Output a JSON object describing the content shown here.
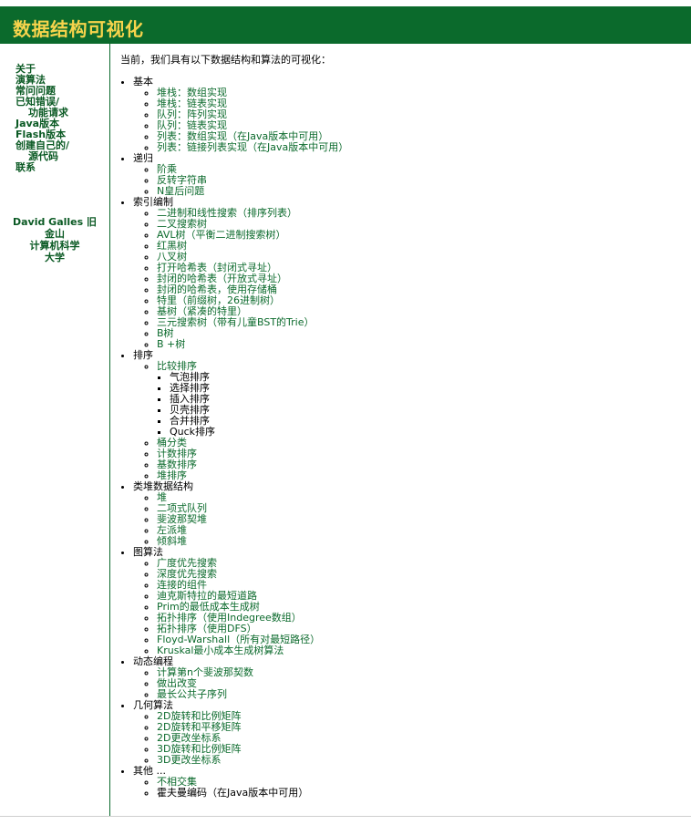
{
  "header": {
    "title": "数据结构可视化"
  },
  "sidebar": {
    "links": [
      {
        "label": "关于",
        "indent": false
      },
      {
        "label": "演算法",
        "indent": false
      },
      {
        "label": "常问问题",
        "indent": false
      },
      {
        "label": "已知错误/",
        "indent": false
      },
      {
        "label": "功能请求",
        "indent": true
      },
      {
        "label": "Java版本",
        "indent": false
      },
      {
        "label": "Flash版本",
        "indent": false
      },
      {
        "label": "创建自己的/",
        "indent": false
      },
      {
        "label": "源代码",
        "indent": true
      },
      {
        "label": "联系",
        "indent": false
      }
    ],
    "author_lines": [
      "David Galles 旧",
      "金山",
      "计算机科学",
      "大学"
    ]
  },
  "content": {
    "intro": "当前，我们具有以下数据结构和算法的可视化：",
    "categories": [
      {
        "label": "基本",
        "items": [
          {
            "label": "堆栈：数组实现"
          },
          {
            "label": "堆栈：链表实现"
          },
          {
            "label": "队列：阵列实现"
          },
          {
            "label": "队列：链表实现"
          },
          {
            "label": "列表：数组实现（在Java版本中可用）"
          },
          {
            "label": "列表：链接列表实现（在Java版本中可用）"
          }
        ]
      },
      {
        "label": "递归",
        "items": [
          {
            "label": "阶乘"
          },
          {
            "label": "反转字符串"
          },
          {
            "label": "N皇后问题"
          }
        ]
      },
      {
        "label": "索引编制",
        "items": [
          {
            "label": "二进制和线性搜索（排序列表）"
          },
          {
            "label": "二叉搜索树"
          },
          {
            "label": "AVL树（平衡二进制搜索树）"
          },
          {
            "label": "红黑树"
          },
          {
            "label": "八叉树"
          },
          {
            "label": "打开哈希表（封闭式寻址）"
          },
          {
            "label": "封闭的哈希表（开放式寻址）"
          },
          {
            "label": "封闭的哈希表，使用存储桶"
          },
          {
            "label": "特里（前缀树，26进制树）"
          },
          {
            "label": "基树（紧凑的特里）"
          },
          {
            "label": "三元搜索树（带有儿童BST的Trie）"
          },
          {
            "label": "B树"
          },
          {
            "label": "B +树"
          }
        ]
      },
      {
        "label": "排序",
        "items": [
          {
            "label": "比较排序",
            "children": [
              "气泡排序",
              "选择排序",
              "插入排序",
              "贝壳排序",
              "合并排序",
              "Quck排序"
            ]
          },
          {
            "label": "桶分类"
          },
          {
            "label": "计数排序"
          },
          {
            "label": "基数排序"
          },
          {
            "label": "堆排序"
          }
        ]
      },
      {
        "label": "类堆数据结构",
        "items": [
          {
            "label": "堆"
          },
          {
            "label": "二项式队列"
          },
          {
            "label": "斐波那契堆"
          },
          {
            "label": "左派堆"
          },
          {
            "label": "倾斜堆"
          }
        ]
      },
      {
        "label": "图算法",
        "items": [
          {
            "label": "广度优先搜索"
          },
          {
            "label": "深度优先搜索"
          },
          {
            "label": "连接的组件"
          },
          {
            "label": "迪克斯特拉的最短道路"
          },
          {
            "label": "Prim的最低成本生成树"
          },
          {
            "label": "拓扑排序（使用Indegree数组）"
          },
          {
            "label": "拓扑排序（使用DFS）"
          },
          {
            "label": "Floyd-Warshall（所有对最短路径）"
          },
          {
            "label": "Kruskal最小成本生成树算法"
          }
        ]
      },
      {
        "label": "动态编程",
        "items": [
          {
            "label": "计算第n个斐波那契数"
          },
          {
            "label": "做出改变"
          },
          {
            "label": "最长公共子序列"
          }
        ]
      },
      {
        "label": "几何算法",
        "items": [
          {
            "label": "2D旋转和比例矩阵"
          },
          {
            "label": "2D旋转和平移矩阵"
          },
          {
            "label": "2D更改坐标系"
          },
          {
            "label": "3D旋转和比例矩阵"
          },
          {
            "label": "3D更改坐标系"
          }
        ]
      },
      {
        "label": "其他 ...",
        "items": [
          {
            "label": "不相交集"
          },
          {
            "label": "霍夫曼编码（在Java版本中可用）",
            "dark": true
          }
        ]
      }
    ]
  }
}
